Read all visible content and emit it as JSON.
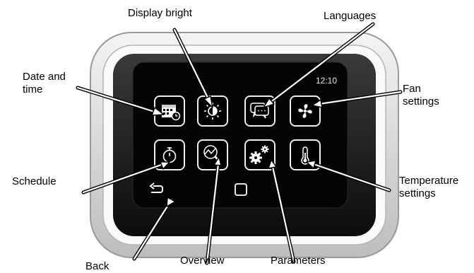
{
  "screen": {
    "clock": "12:10"
  },
  "callouts": {
    "display_bright": "Display bright",
    "languages": "Languages",
    "date_time": "Date and\ntime",
    "fan_settings": "Fan\nsettings",
    "schedule": "Schedule",
    "temperature_settings": "Temperature\nsettings",
    "back": "Back",
    "overview": "Overview",
    "parameters": "Parameters"
  },
  "buttons": [
    {
      "icon": "calendar-clock-icon"
    },
    {
      "icon": "brightness-icon"
    },
    {
      "icon": "speech-bubbles-icon"
    },
    {
      "icon": "fan-icon"
    },
    {
      "icon": "timer-icon"
    },
    {
      "icon": "magnifier-chart-icon"
    },
    {
      "icon": "gears-icon"
    },
    {
      "icon": "thermometer-icon"
    }
  ],
  "nav": [
    {
      "icon": "back-arrow-icon"
    },
    {
      "icon": "home-square-icon"
    }
  ]
}
